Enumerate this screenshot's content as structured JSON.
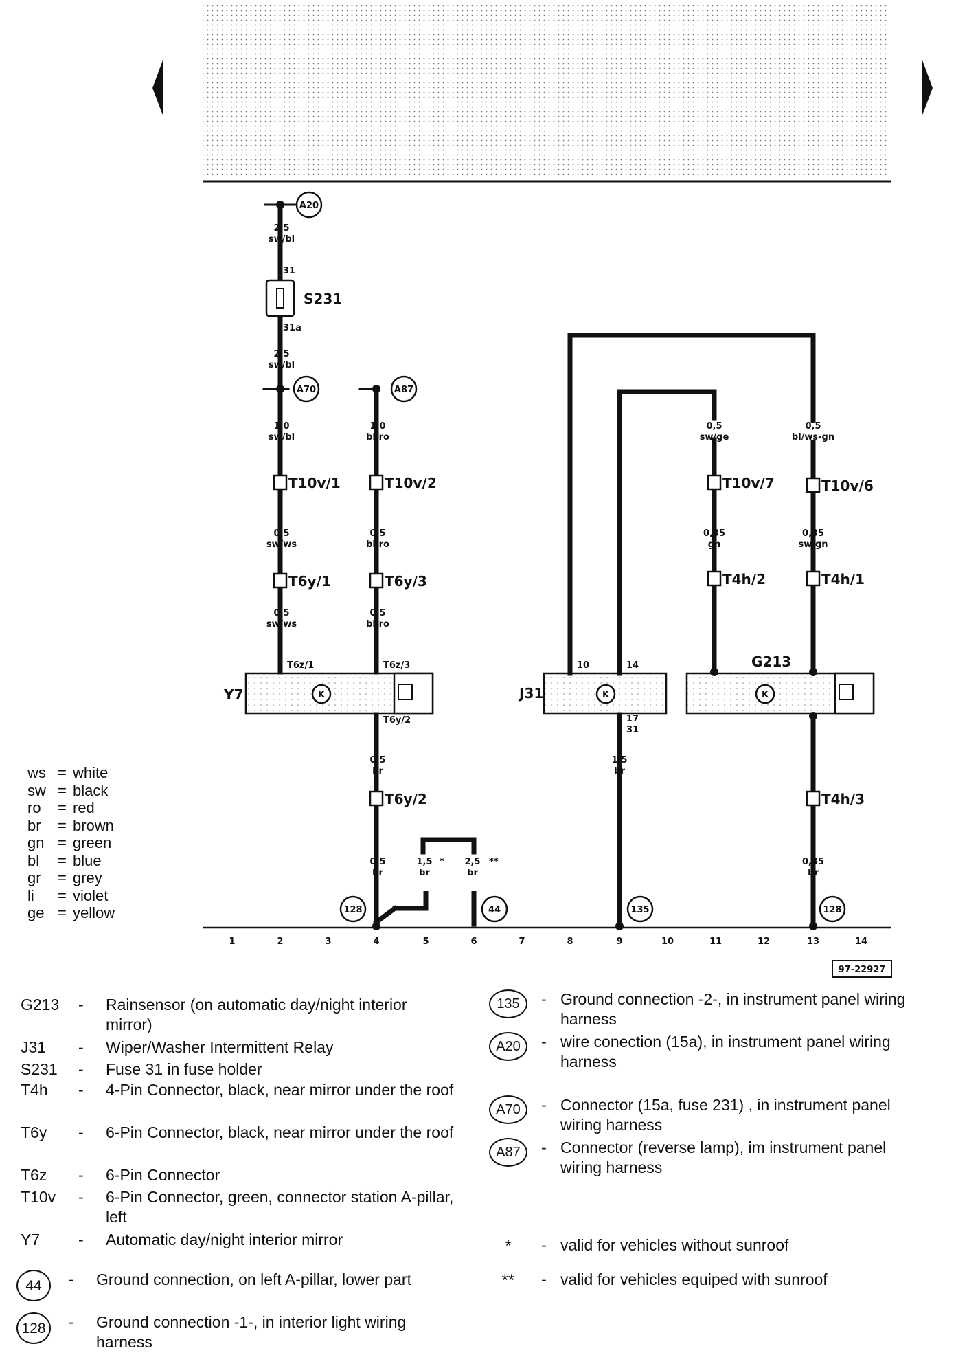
{
  "doc_number": "97-22927",
  "nav": {
    "prev": "previous-page",
    "next": "next-page"
  },
  "components": {
    "Y7": "Y7",
    "J31": "J31",
    "G213": "G213",
    "S231": "S231"
  },
  "wires": {
    "a20_top": {
      "size": "2,5",
      "color": "sw/bl"
    },
    "s231_pin_in": "31",
    "s231_pin_out": "31a",
    "s231_out": {
      "size": "2,5",
      "color": "sw/bl"
    },
    "col1_upper": {
      "size": "1,0",
      "color": "sw/bl"
    },
    "col1_mid": {
      "size": "0,5",
      "color": "sw/ws"
    },
    "col1_low": {
      "size": "0,5",
      "color": "sw/ws"
    },
    "col2_upper": {
      "size": "1,0",
      "color": "bl/ro"
    },
    "col2_mid": {
      "size": "0,5",
      "color": "bl/ro"
    },
    "col2_low": {
      "size": "0,5",
      "color": "bl/ro"
    },
    "col3_upper": {
      "size": "0,5",
      "color": "sw/ge"
    },
    "col3_mid": {
      "size": "0,35",
      "color": "gn"
    },
    "col4_upper": {
      "size": "0,5",
      "color": "bl/ws-gn"
    },
    "col4_mid": {
      "size": "0,35",
      "color": "sw/gn"
    },
    "y7_out": {
      "size": "0,5",
      "color": "br"
    },
    "y7_out_low": {
      "size": "0,5",
      "color": "br"
    },
    "j31_out": {
      "size": "1,5",
      "color": "br"
    },
    "g213_out": {
      "size": "0,35",
      "color": "br"
    },
    "bridge_a": {
      "size": "1,5",
      "color": "br",
      "mark": "*"
    },
    "bridge_b": {
      "size": "2,5",
      "color": "br",
      "mark": "**"
    }
  },
  "connectors": {
    "t10v1": "T10v/1",
    "t10v2": "T10v/2",
    "t10v7": "T10v/7",
    "t10v6": "T10v/6",
    "t6y1": "T6y/1",
    "t6y3": "T6y/3",
    "t6y2_top": "T6y/2",
    "t6y2": "T6y/2",
    "t6z1": "T6z/1",
    "t6z3": "T6z/3",
    "t4h2": "T4h/2",
    "t4h1": "T4h/1",
    "t4h3": "T4h/3",
    "j31_pin10": "10",
    "j31_pin14": "14",
    "j31_pin17": "17",
    "j31_pin31": "31"
  },
  "nodes": {
    "a20": "A20",
    "a70": "A70",
    "a87": "A87",
    "g128a": "128",
    "g44": "44",
    "g135": "135",
    "g128b": "128"
  },
  "scale": [
    "1",
    "2",
    "3",
    "4",
    "5",
    "6",
    "7",
    "8",
    "9",
    "10",
    "11",
    "12",
    "13",
    "14"
  ],
  "color_legend": [
    {
      "code": "ws",
      "name": "white"
    },
    {
      "code": "sw",
      "name": "black"
    },
    {
      "code": "ro",
      "name": "red"
    },
    {
      "code": "br",
      "name": "brown"
    },
    {
      "code": "gn",
      "name": "green"
    },
    {
      "code": "bl",
      "name": "blue"
    },
    {
      "code": "gr",
      "name": "grey"
    },
    {
      "code": "li",
      "name": "violet"
    },
    {
      "code": "ge",
      "name": "yellow"
    }
  ],
  "legend_left": [
    {
      "code": "G213",
      "dash": "-",
      "desc": "Rainsensor (on automatic day/night interior mirror)"
    },
    {
      "code": "J31",
      "dash": "-",
      "desc": "Wiper/Washer Intermittent Relay"
    },
    {
      "code": "S231",
      "dash": "-",
      "desc": "Fuse 31 in fuse holder"
    },
    {
      "code": "T4h",
      "dash": "-",
      "desc": "4-Pin Connector, black, near mirror under the roof"
    },
    {
      "code": "T6y",
      "dash": "-",
      "desc": "6-Pin Connector, black, near mirror under the roof"
    },
    {
      "code": "T6z",
      "dash": "-",
      "desc": "6-Pin Connector"
    },
    {
      "code": "T10v",
      "dash": "-",
      "desc": "6-Pin Connector, green, connector station A-pillar, left"
    },
    {
      "code": "Y7",
      "dash": "-",
      "desc": "Automatic day/night interior mirror"
    }
  ],
  "legend_left_circles": [
    {
      "code": "44",
      "dash": "-",
      "desc": "Ground connection, on left A-pillar, lower part"
    },
    {
      "code": "128",
      "dash": "-",
      "desc": "Ground connection -1-, in interior light wiring harness"
    }
  ],
  "legend_right": [
    {
      "code": "135",
      "dash": "-",
      "desc": "Ground connection -2-, in instrument panel wiring harness"
    },
    {
      "code": "A20",
      "dash": "-",
      "desc": "wire conection (15a), in instrument panel wiring harness"
    },
    {
      "code": "A70",
      "dash": "-",
      "desc": "Connector (15a, fuse 231) , in instrument panel wiring harness"
    },
    {
      "code": "A87",
      "dash": "-",
      "desc": "Connector (reverse lamp), im instrument panel wiring harness"
    }
  ],
  "legend_notes": [
    {
      "mark": "*",
      "dash": "-",
      "desc": "valid for vehicles without sunroof"
    },
    {
      "mark": "**",
      "dash": "-",
      "desc": "valid for vehicles equiped with sunroof"
    }
  ]
}
